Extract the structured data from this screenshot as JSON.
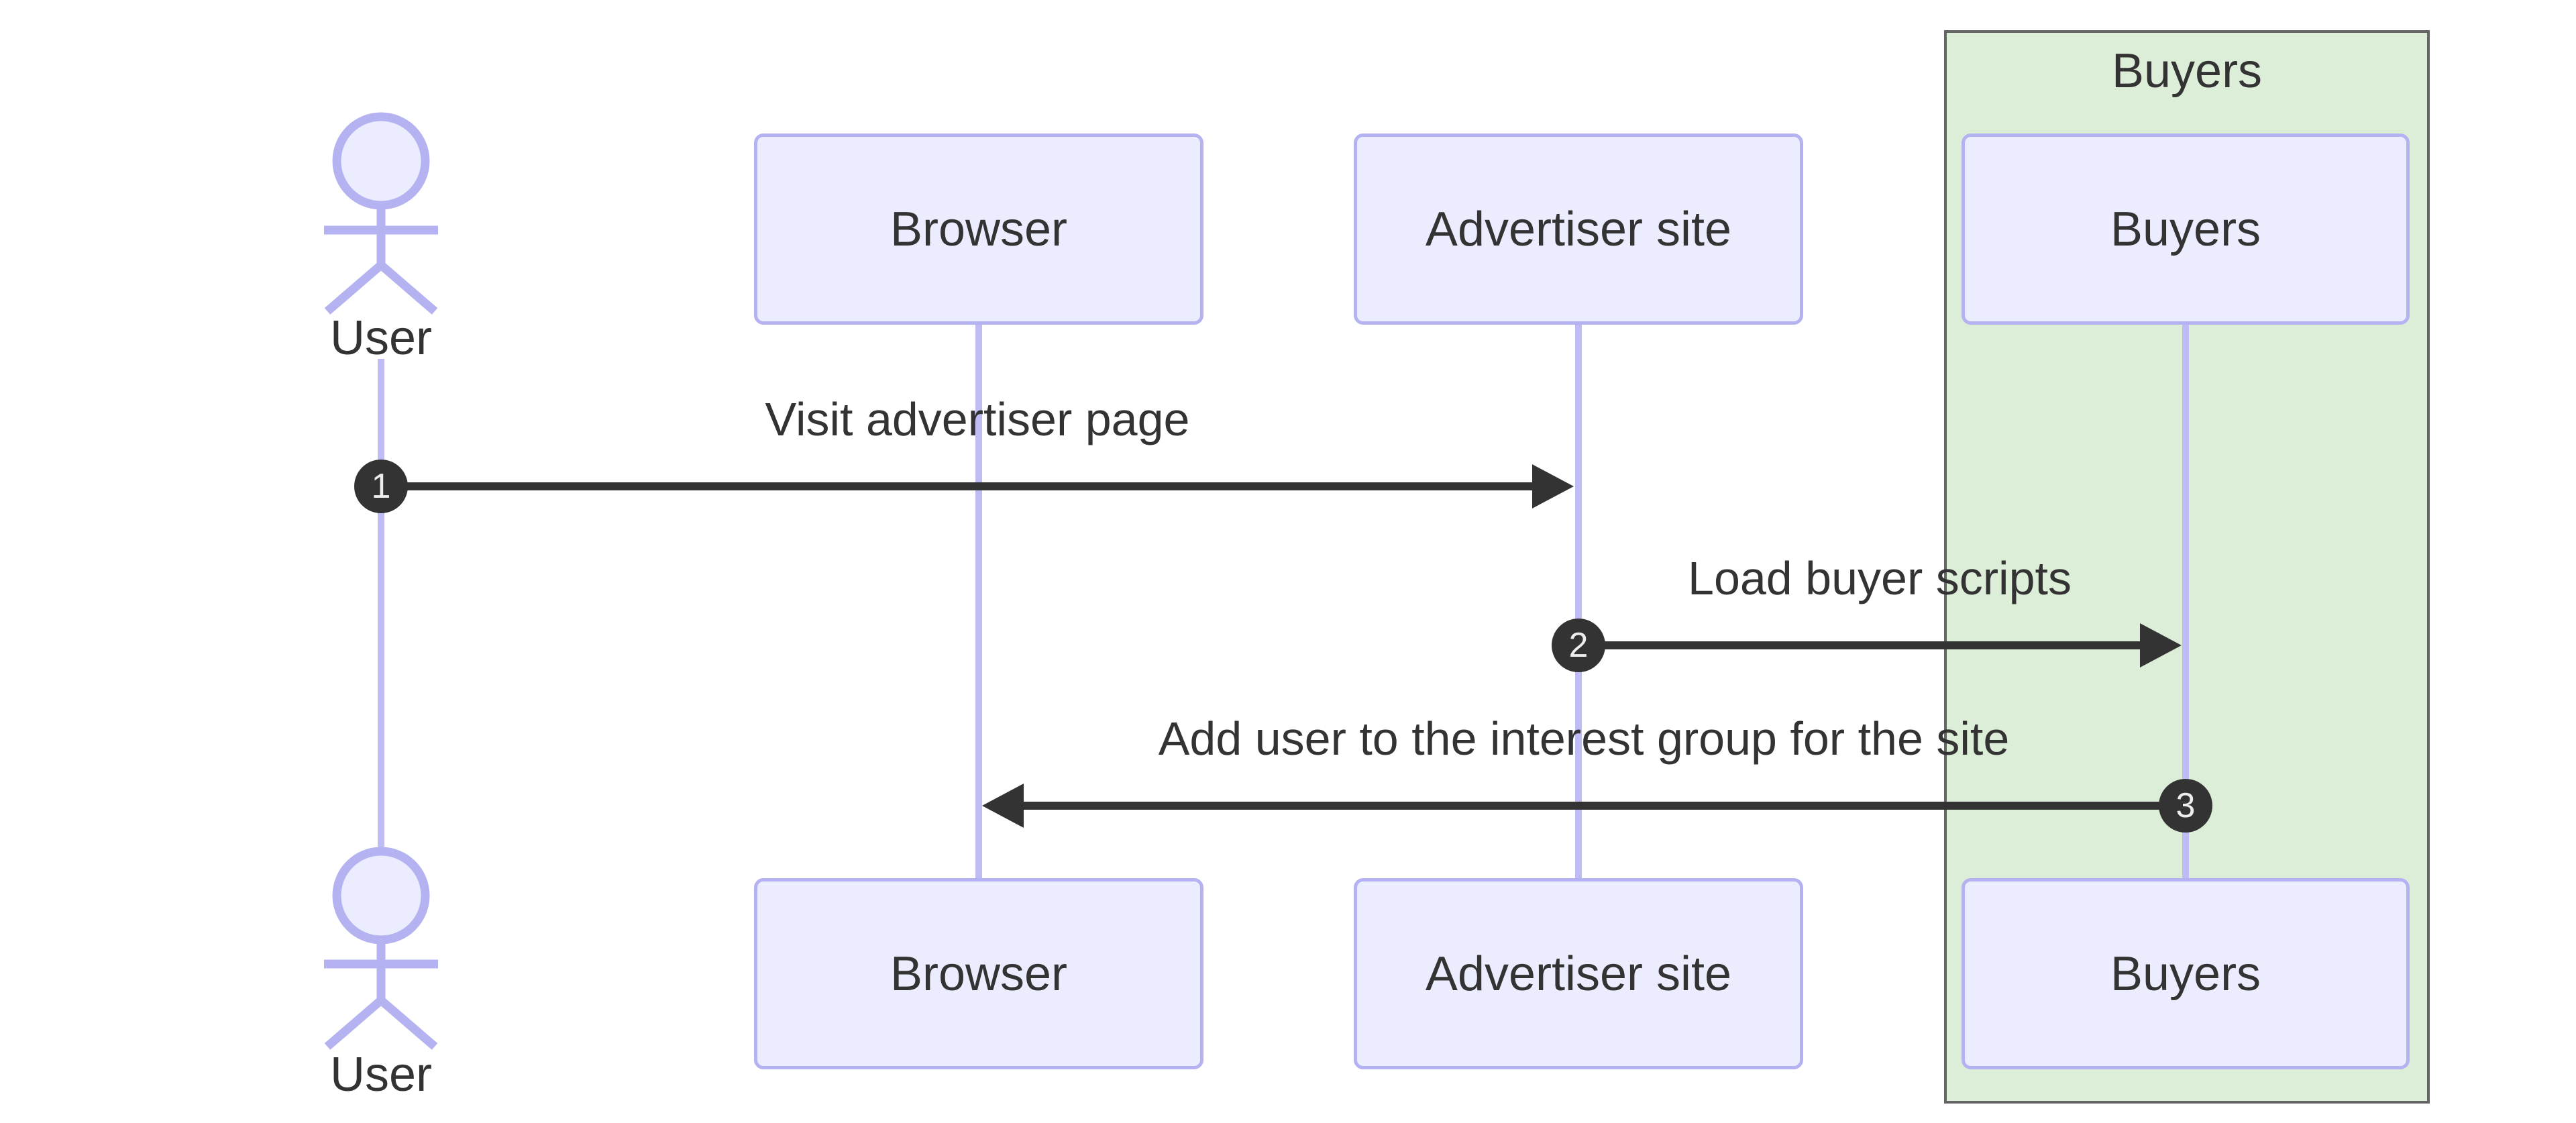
{
  "diagram": {
    "type": "sequence-diagram",
    "group": {
      "label": "Buyers"
    },
    "actors": [
      {
        "id": "user",
        "kind": "actor",
        "label": "User"
      },
      {
        "id": "browser",
        "kind": "participant",
        "label": "Browser"
      },
      {
        "id": "advertiser",
        "kind": "participant",
        "label": "Advertiser site"
      },
      {
        "id": "buyers",
        "kind": "participant",
        "label": "Buyers"
      }
    ],
    "messages": [
      {
        "seq": "1",
        "from": "User",
        "to": "Advertiser site",
        "label": "Visit advertiser page"
      },
      {
        "seq": "2",
        "from": "Advertiser site",
        "to": "Buyers",
        "label": "Load buyer scripts"
      },
      {
        "seq": "3",
        "from": "Buyers",
        "to": "Browser",
        "label": "Add user to the interest group for the site"
      }
    ],
    "colors": {
      "participant_fill": "#ECECFF",
      "participant_border": "#B5B2F1",
      "lifeline": "#BFBBF4",
      "group_fill": "#DCEDD8",
      "group_border": "#666666",
      "message_line": "#333333",
      "text": "#333333",
      "badge_fill": "#333333",
      "badge_text": "#EEEEEE"
    }
  }
}
